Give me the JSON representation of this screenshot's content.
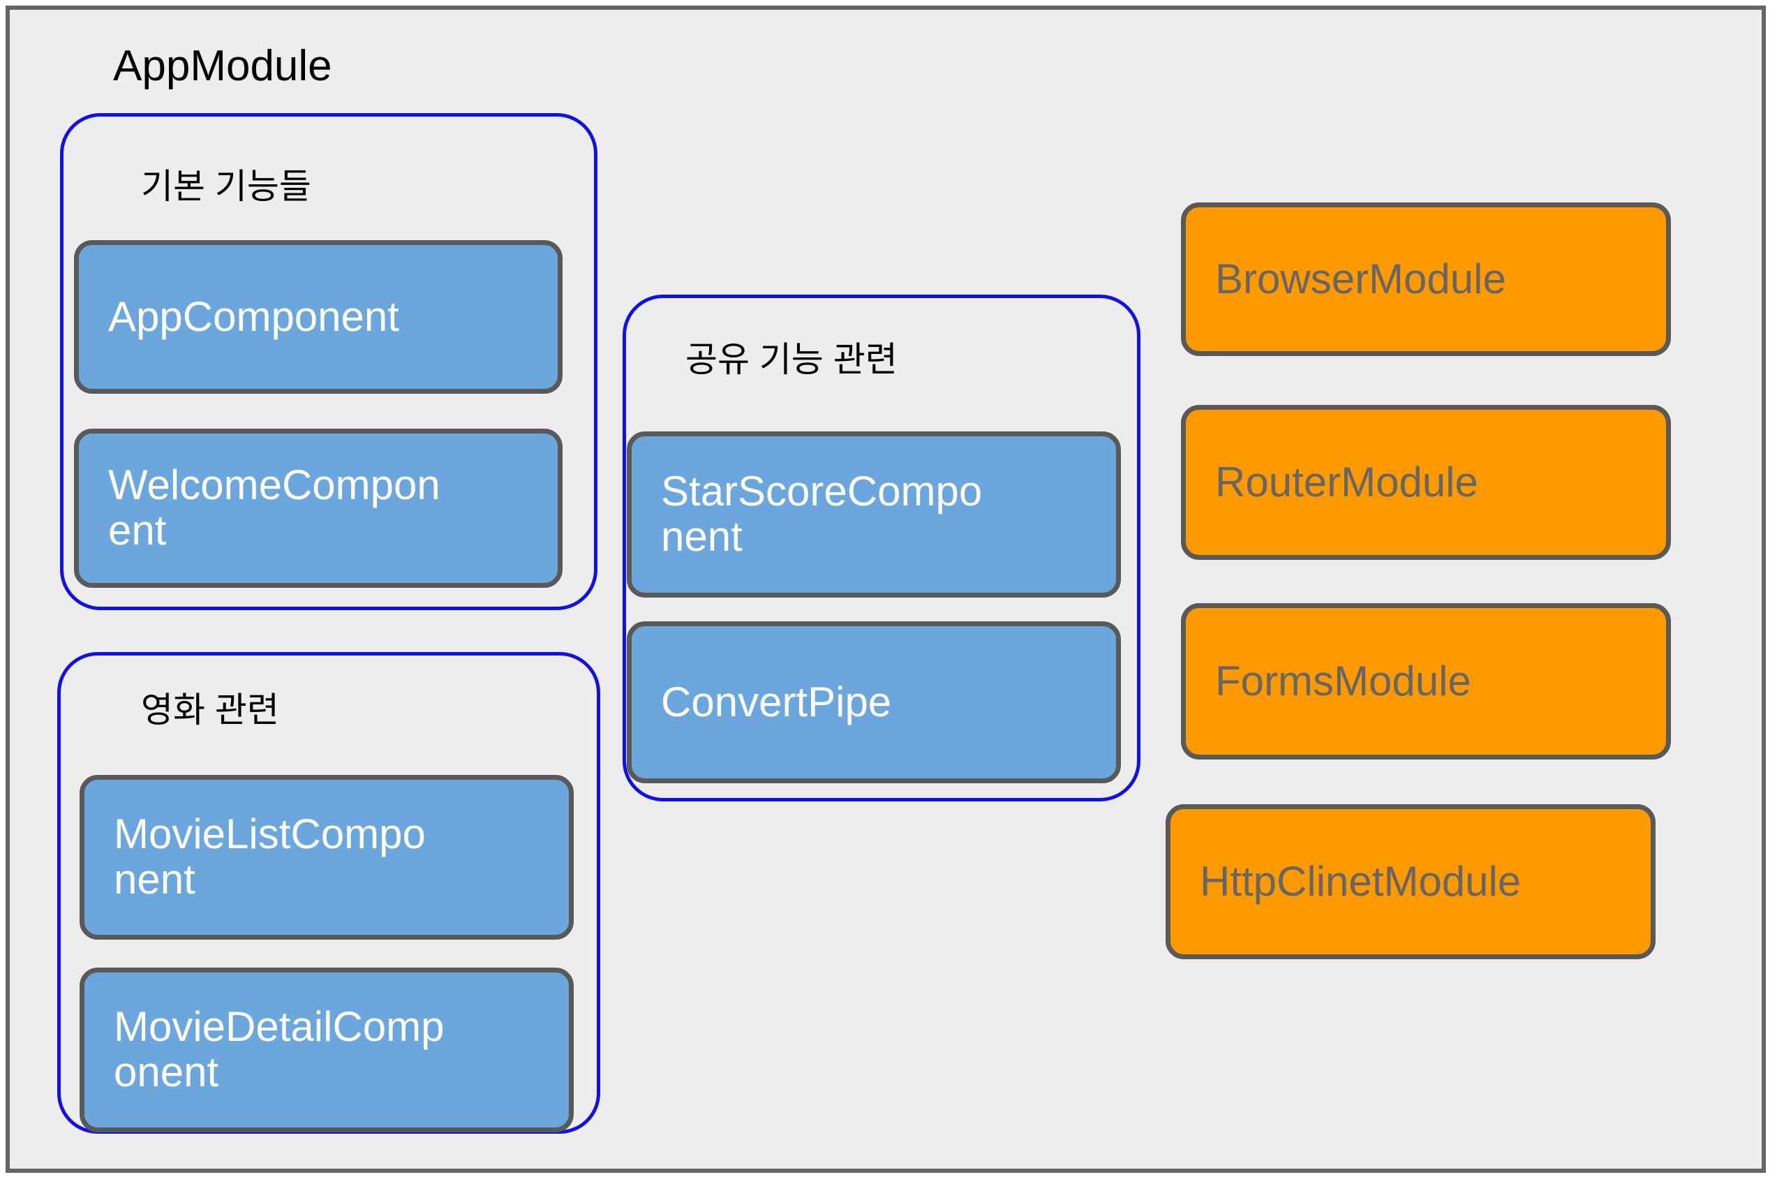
{
  "diagram": {
    "title": "AppModule",
    "background_color": "#ededed",
    "outer_border_color": "#666666",
    "group_border_color": "#1010E8",
    "component_fill": "#6BA6DC",
    "component_text_color": "#ffffff",
    "module_fill": "#FF9900",
    "module_text_color": "#666666",
    "node_border_color": "#595959"
  },
  "groups": {
    "core": {
      "label": "기본 기능들",
      "nodes": [
        {
          "label": "AppComponent"
        },
        {
          "label": "WelcomeCompon\nent"
        }
      ]
    },
    "movie": {
      "label": "영화 관련",
      "nodes": [
        {
          "label": "MovieListCompo\nnent"
        },
        {
          "label": "MovieDetailComp\nonent"
        }
      ]
    },
    "shared": {
      "label": "공유 기능 관련",
      "nodes": [
        {
          "label": "StarScoreCompo\nnent"
        },
        {
          "label": "ConvertPipe"
        }
      ]
    }
  },
  "imported_modules": [
    {
      "label": "BrowserModule"
    },
    {
      "label": "RouterModule"
    },
    {
      "label": "FormsModule"
    },
    {
      "label": "HttpClinetModule"
    }
  ]
}
